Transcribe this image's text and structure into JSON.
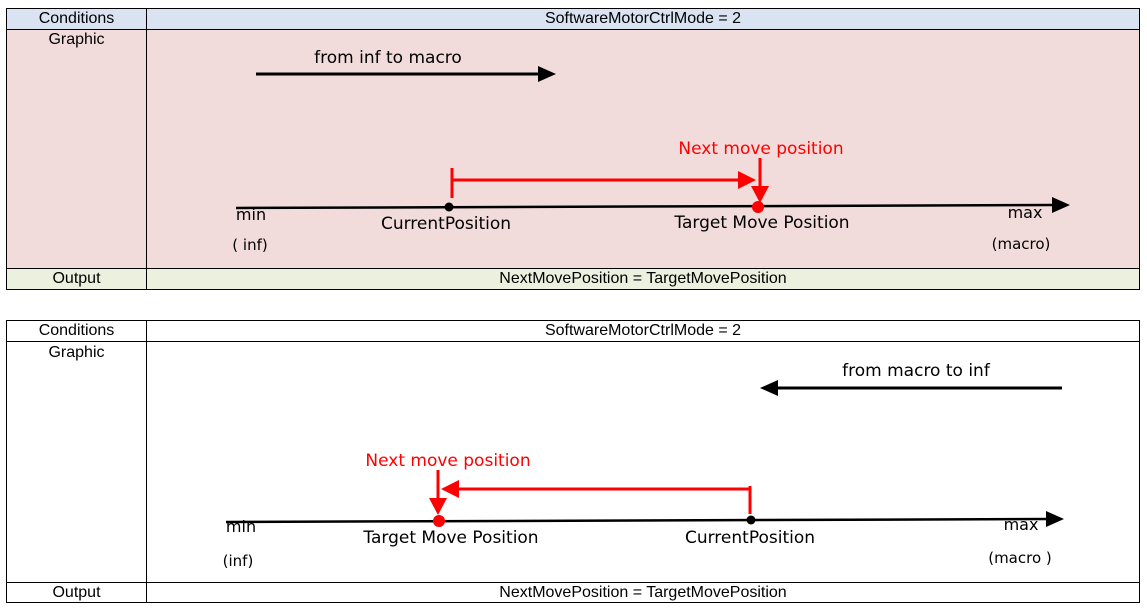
{
  "colors": {
    "header_bg": "#d9e3f1",
    "graphic_bg": "#f2dcdb",
    "output_bg": "#ebf1de",
    "red": "#ff0000",
    "black": "#000000"
  },
  "table1": {
    "conditions_label": "Conditions",
    "conditions_value": "SoftwareMotorCtrlMode = 2",
    "graphic_label": "Graphic",
    "direction_text": "from inf to macro",
    "next_move_label": "Next move position",
    "min_label": "min",
    "min_sub": "( inf)",
    "current_label": "CurrentPosition",
    "target_label": "Target Move Position",
    "max_label": "max",
    "max_sub": "(macro)",
    "output_label": "Output",
    "output_value": "NextMovePosition = TargetMovePosition"
  },
  "table2": {
    "conditions_label": "Conditions",
    "conditions_value": "SoftwareMotorCtrlMode = 2",
    "graphic_label": "Graphic",
    "direction_text": "from macro to inf",
    "next_move_label": "Next move position",
    "min_label": "min",
    "min_sub": "(inf)",
    "target_label": "Target Move Position",
    "current_label": "CurrentPosition",
    "max_label": "max",
    "max_sub": "(macro )",
    "output_label": "Output",
    "output_value": "NextMovePosition = TargetMovePosition"
  }
}
